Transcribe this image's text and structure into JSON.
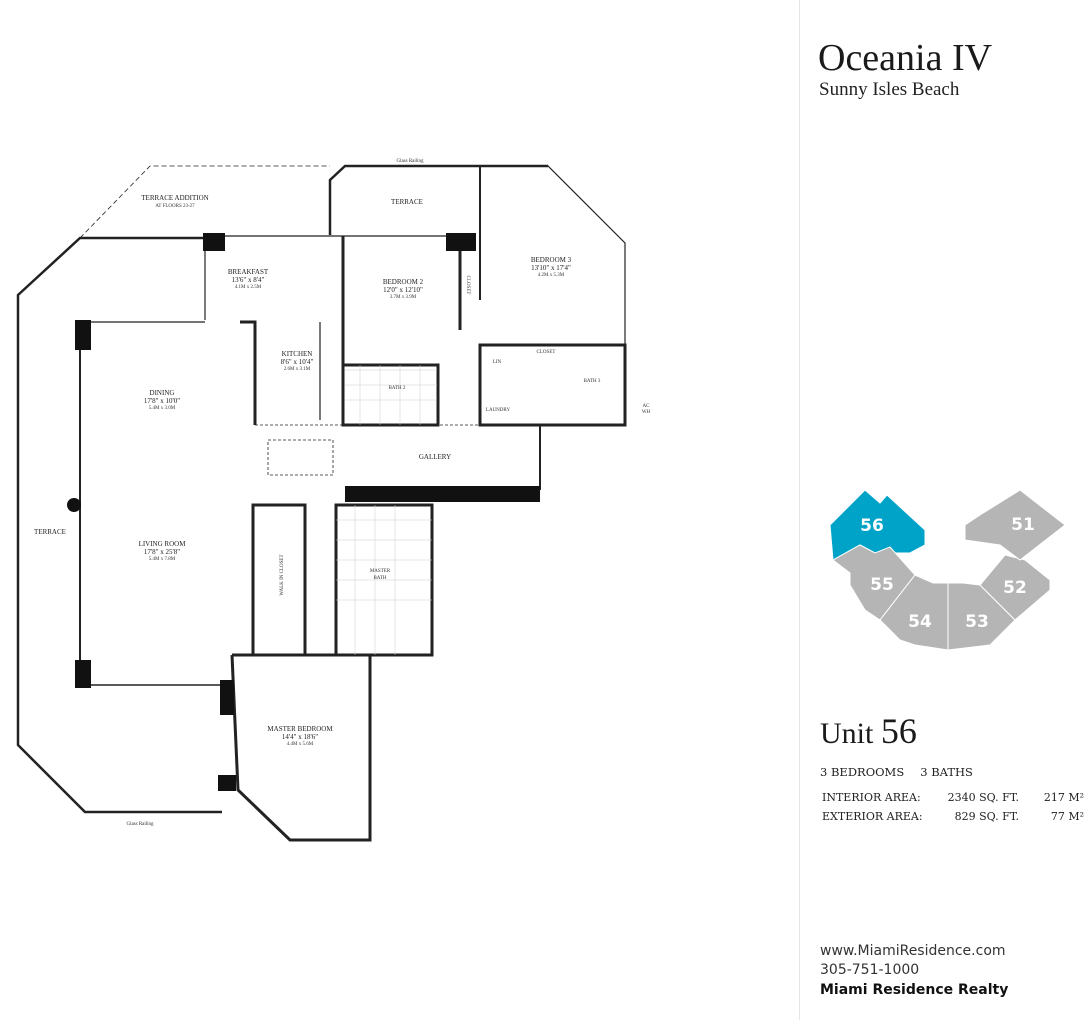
{
  "header": {
    "title": "Oceania IV",
    "subtitle": "Sunny Isles Beach"
  },
  "floorplan": {
    "glass_railing_top": "Glass Railing",
    "glass_railing_bottom": "Glass Railing",
    "terrace_addition": {
      "name": "TERRACE ADDITION",
      "note": "AT FLOORS 23-27"
    },
    "terrace_top": "TERRACE",
    "terrace_left": "TERRACE",
    "breakfast": {
      "name": "BREAKFAST",
      "ft": "13'6\" x 8'4\"",
      "m": "4.1M x 2.5M"
    },
    "bedroom2": {
      "name": "BEDROOM 2",
      "ft": "12'0\" x 12'10\"",
      "m": "3.7M x 3.9M"
    },
    "bedroom3": {
      "name": "BEDROOM 3",
      "ft": "13'10\" x 17'4\"",
      "m": "4.2M x 5.3M"
    },
    "kitchen": {
      "name": "KITCHEN",
      "ft": "8'6\" x 10'4\"",
      "m": "2.6M x 3.1M"
    },
    "dining": {
      "name": "DINING",
      "ft": "17'8\" x 10'0\"",
      "m": "5.4M x 3.0M"
    },
    "living": {
      "name": "LIVING ROOM",
      "ft": "17'8\" x 25'8\"",
      "m": "5.4M x 7.8M"
    },
    "master_bedroom": {
      "name": "MASTER BEDROOM",
      "ft": "14'4\" x 18'6\"",
      "m": "4.4M x 5.6M"
    },
    "closet_bed2": "CLOSET",
    "closet_bed3": "CLOSET",
    "bath2": "BATH 2",
    "bath3": "BATH 3",
    "lin": "LIN",
    "laundry": "LAUNDRY",
    "ac": "AC",
    "wh": "WH",
    "gallery": "GALLERY",
    "walk_in_closet": "WALK IN CLOSET",
    "master_bath": {
      "line1": "MASTER",
      "line2": "BATH"
    }
  },
  "keyplan": {
    "highlight_color": "#00a3c8",
    "other_color": "#b5b5b5",
    "selected": "56",
    "units": [
      "56",
      "55",
      "54",
      "53",
      "52",
      "51"
    ]
  },
  "unit": {
    "label": "Unit",
    "number": "56",
    "bedrooms": "3 BEDROOMS",
    "baths": "3 BATHS"
  },
  "areas": [
    {
      "label": "INTERIOR AREA:",
      "sqft": "2340 SQ. FT.",
      "sqm": "217 M²"
    },
    {
      "label": "EXTERIOR AREA:",
      "sqft": "829 SQ. FT.",
      "sqm": "77 M²"
    }
  ],
  "contact": {
    "website": "www.MiamiResidence.com",
    "phone": "305-751-1000",
    "company": "Miami Residence Realty"
  }
}
